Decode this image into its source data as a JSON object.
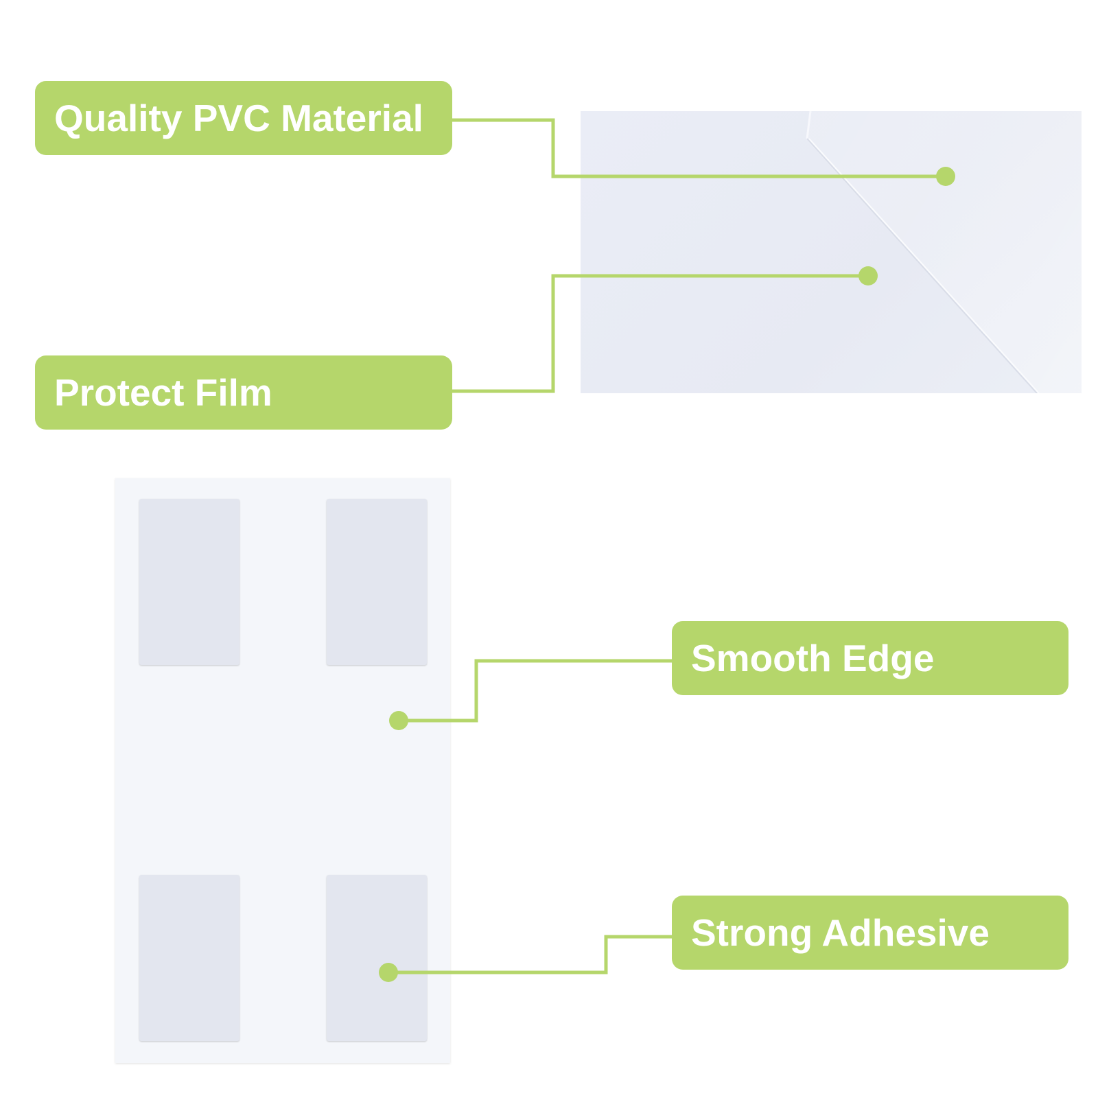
{
  "labels": {
    "quality_pvc_material": "Quality PVC Material",
    "protect_film": "Protect Film",
    "smooth_edge": "Smooth Edge",
    "strong_adhesive": "Strong Adhesive"
  },
  "colors": {
    "accent_green": "#b5d66b",
    "label_text": "#ffffff",
    "sheet": "#eaedf6",
    "pad": "#e3e6ef",
    "background": "#ffffff"
  }
}
